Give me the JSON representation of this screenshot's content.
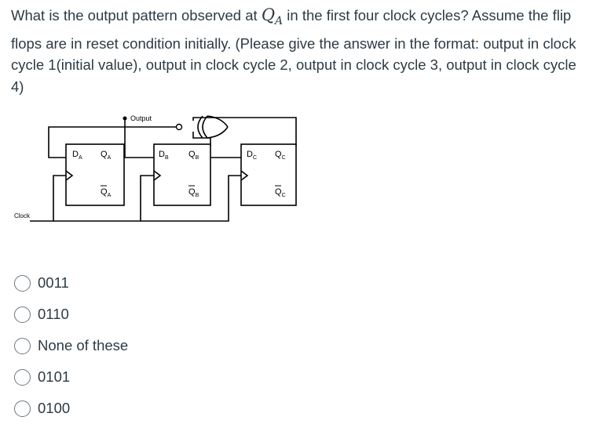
{
  "question": {
    "text_before": "What is the output pattern observed at ",
    "symbol_main": "Q",
    "symbol_sub": "A",
    "text_after": " in the first four clock cycles? Assume the flip flops are in reset condition initially. (Please give the answer in the format: output in clock cycle 1(initial value), output in clock cycle 2, output in clock cycle 3, output in clock cycle 4)"
  },
  "circuit": {
    "output_label": "Output",
    "clock_label": "Clock",
    "ff_a": {
      "d": "D",
      "d_sub": "A",
      "q": "Q",
      "q_sub": "A",
      "qbar": "Q",
      "qbar_sub": "A"
    },
    "ff_b": {
      "d": "D",
      "d_sub": "B",
      "q": "Q",
      "q_sub": "B",
      "qbar": "Q",
      "qbar_sub": "B"
    },
    "ff_c": {
      "d": "D",
      "d_sub": "C",
      "q": "Q",
      "q_sub": "C",
      "qbar": "Q",
      "qbar_sub": "C"
    }
  },
  "options": [
    {
      "label": "0011",
      "selected": false
    },
    {
      "label": "0110",
      "selected": false
    },
    {
      "label": "None of these",
      "selected": false
    },
    {
      "label": "0101",
      "selected": false
    },
    {
      "label": "0100",
      "selected": false
    }
  ]
}
